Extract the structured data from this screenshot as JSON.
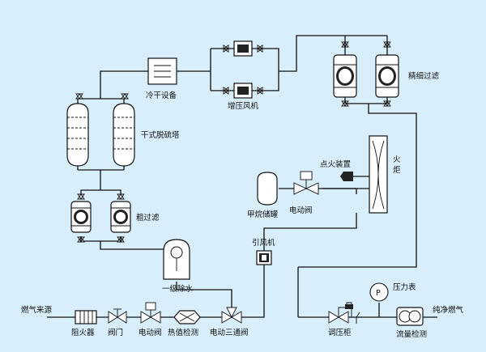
{
  "labels": {
    "gas_source": "燃气来源",
    "flame_arrester": "阻火器",
    "valve": "阀门",
    "motor_valve_lower": "电动阀",
    "calorific_detector": "热值检测",
    "motor_three_way_valve": "电动三通阀",
    "primary_dewater": "一级除水",
    "induced_fan": "引风机",
    "coarse_filter": "粗过滤",
    "dry_desulfurization_tower": "干式脱硫塔",
    "cold_dryer": "冷干设备",
    "booster_fan": "增压风机",
    "fine_filter": "精细过滤",
    "ignition_device": "点火装置",
    "torch": "火炬",
    "methane_tank": "甲烷储罐",
    "motor_valve_upper": "电动阀",
    "pressure_cabinet": "调压柜",
    "pressure_gauge": "压力表",
    "pressure_gauge_symbol": "P",
    "flow_detector": "流量检测",
    "clean_gas": "纯净燃气"
  }
}
